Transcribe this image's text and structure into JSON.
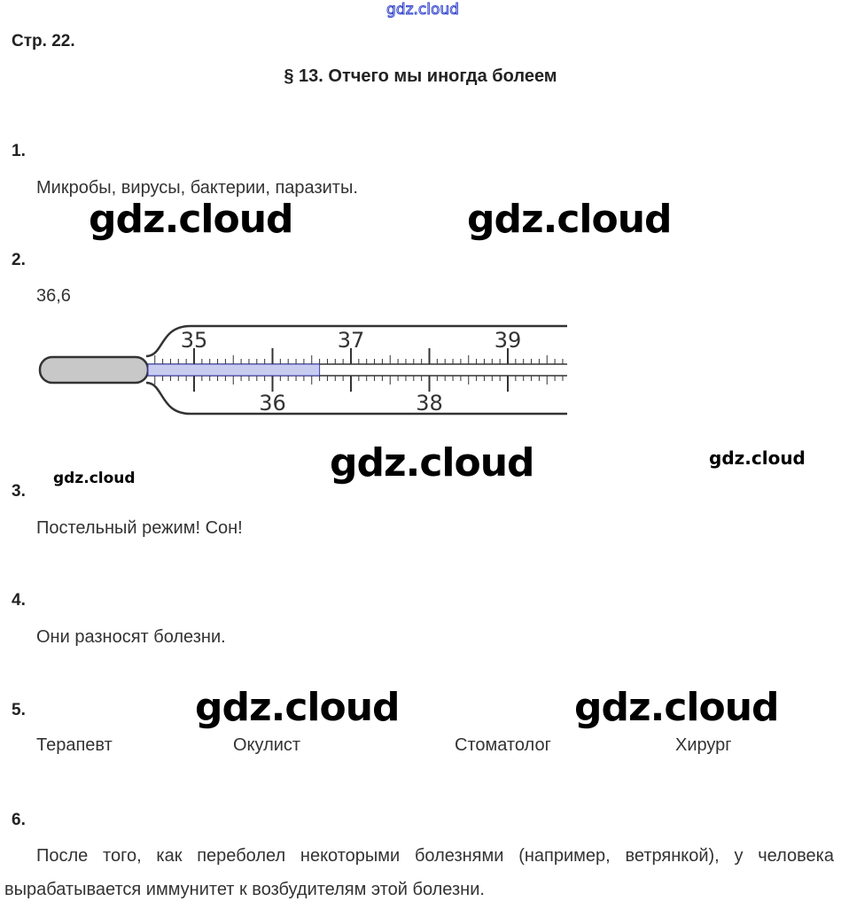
{
  "watermark": "gdz.cloud",
  "page": "Стр. 22.",
  "title": "§ 13. Отчего мы иногда болеем",
  "tasks": [
    {
      "n": "1.",
      "answer": "Микробы, вирусы, бактерии, паразиты."
    },
    {
      "n": "2.",
      "answer": "36,6"
    },
    {
      "n": "3.",
      "answer": "Постельный режим! Сон!"
    },
    {
      "n": "4.",
      "answer": "Они разносят болезни."
    },
    {
      "n": "5.",
      "answers": [
        "Терапевт",
        "Окулист",
        "Стоматолог",
        "Хирург"
      ]
    },
    {
      "n": "6.",
      "answer": "После того, как переболел некоторыми болезнями (например, ветрянкой), у человека вырабатывается иммунитет к возбудителям этой болезни."
    }
  ],
  "thermometer": {
    "labels_top": [
      "35",
      "37",
      "39"
    ],
    "labels_bottom": [
      "36",
      "38"
    ],
    "reading": 36.6,
    "fill_color": "#3a3ab0"
  }
}
